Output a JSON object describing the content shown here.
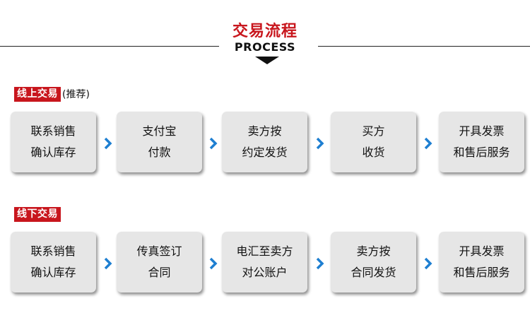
{
  "header": {
    "title": "交易流程",
    "subtitle": "PROCESS"
  },
  "online": {
    "label": "线上交易",
    "note": "(推荐)",
    "steps": [
      {
        "line1": "联系销售",
        "line2": "确认库存"
      },
      {
        "line1": "支付宝",
        "line2": "付款"
      },
      {
        "line1": "卖方按",
        "line2": "约定发货"
      },
      {
        "line1": "买方",
        "line2": "收货"
      },
      {
        "line1": "开具发票",
        "line2": "和售后服务"
      }
    ]
  },
  "offline": {
    "label": "线下交易",
    "steps": [
      {
        "line1": "联系销售",
        "line2": "确认库存"
      },
      {
        "line1": "传真签订",
        "line2": "合同"
      },
      {
        "line1": "电汇至卖方",
        "line2": "对公账户"
      },
      {
        "line1": "卖方按",
        "line2": "合同发货"
      },
      {
        "line1": "开具发票",
        "line2": "和售后服务"
      }
    ]
  },
  "colors": {
    "accent_red": "#c8161d",
    "arrow_blue": "#1e7fd1",
    "box_fill": "#e6e6e6"
  },
  "icons": {
    "flow_arrow": "chevron-right-icon",
    "header_pointer": "triangle-down-icon"
  }
}
